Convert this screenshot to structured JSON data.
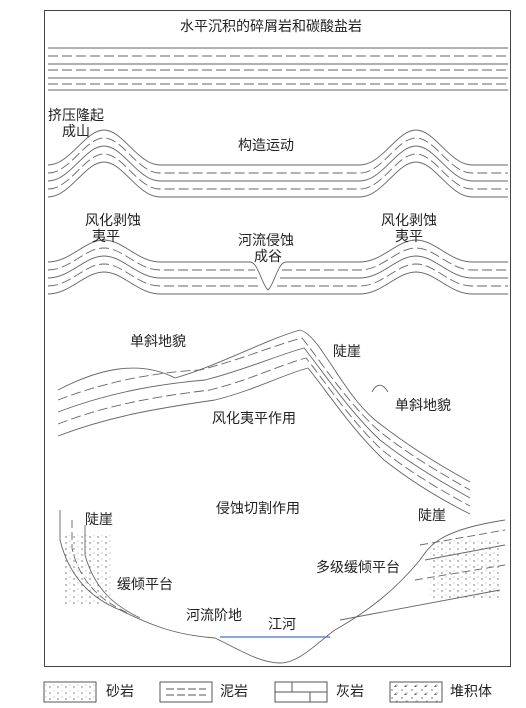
{
  "stages": {
    "horizontal": {
      "title": "水平沉积的碎屑岩和碳酸盐岩"
    },
    "tectonic": {
      "left_line1": "挤压隆起",
      "left_line2": "成山",
      "center": "构造运动"
    },
    "erosion": {
      "left_line1": "风化剥蚀",
      "left_line2": "夷平",
      "center_line1": "河流侵蚀",
      "center_line2": "成谷",
      "right_line1": "风化剥蚀",
      "right_line2": "夷平"
    },
    "monocline": {
      "left_top": "单斜地貌",
      "cliff": "陡崖",
      "right": "单斜地貌",
      "center": "风化夷平作用"
    },
    "valley": {
      "title": "侵蚀切割作用",
      "cliff_left": "陡崖",
      "cliff_right": "陡崖",
      "terrace_left": "缓倾平台",
      "terrace_right": "多级缓倾平台",
      "river_terrace": "河流阶地",
      "river": "江河"
    }
  },
  "legend": [
    {
      "pattern": "sandstone",
      "label": "砂岩"
    },
    {
      "pattern": "mudstone",
      "label": "泥岩"
    },
    {
      "pattern": "limestone",
      "label": "灰岩"
    },
    {
      "pattern": "talus",
      "label": "堆积体"
    }
  ]
}
